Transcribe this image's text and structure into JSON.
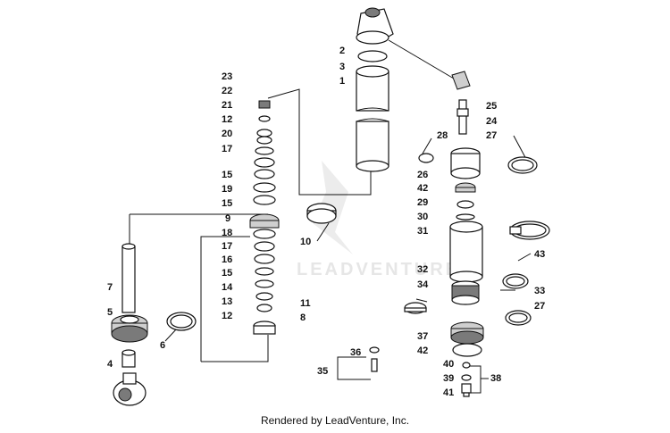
{
  "watermark": "LEADVENTURE",
  "footer": "Rendered by LeadVenture, Inc.",
  "labels": {
    "l23": "23",
    "l22": "22",
    "l21": "21",
    "l12a": "12",
    "l20": "20",
    "l17a": "17",
    "l15a": "15",
    "l19": "19",
    "l15b": "15",
    "l9": "9",
    "l18": "18",
    "l17b": "17",
    "l16": "16",
    "l15c": "15",
    "l14": "14",
    "l13": "13",
    "l12b": "12",
    "l11": "11",
    "l8": "8",
    "l10": "10",
    "l7": "7",
    "l5": "5",
    "l6": "6",
    "l4": "4",
    "l2": "2",
    "l3": "3",
    "l1": "1",
    "l25": "25",
    "l24": "24",
    "l28": "28",
    "l27a": "27",
    "l26": "26",
    "l42a": "42",
    "l29": "29",
    "l30": "30",
    "l31": "31",
    "l43": "43",
    "l32": "32",
    "l34": "34",
    "l33": "33",
    "l27b": "27",
    "l37": "37",
    "l42b": "42",
    "l36": "36",
    "l35": "35",
    "l40": "40",
    "l39": "39",
    "l41": "41",
    "l38": "38"
  }
}
